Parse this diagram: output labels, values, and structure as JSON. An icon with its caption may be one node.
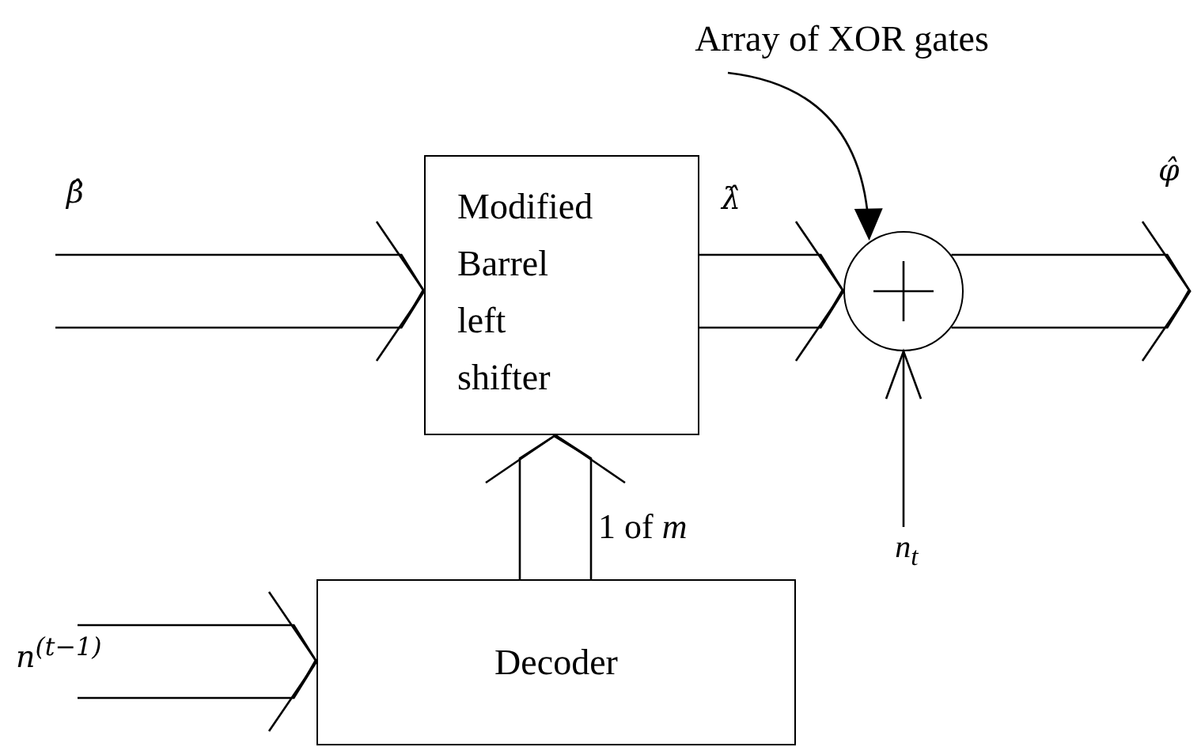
{
  "diagram": {
    "nodes": [
      {
        "text": [
          "Modified Barrel left shifter"
        ]
      },
      {
        "text": [
          "Decoder"
        ]
      },
      {
        "text": [],
        "shape": "circle"
      },
      {
        "text": [
          "Array of XOR gates"
        ]
      },
      {
        "text": [
          "*n*$_{t}$"
        ]
      }
    ],
    "edges": [
      {
        "from": null,
        "to": 0,
        "arrow": "to",
        "label": "β̂"
      },
      {
        "from": 0,
        "to": 2,
        "arrow": "to",
        "label": "λ̂"
      },
      {
        "from": 2,
        "to": null,
        "arrow": "to",
        "label": "φ̂"
      },
      {
        "from": 1,
        "to": 0,
        "arrow": "to",
        "label": "1 of *m*"
      },
      {
        "from": null,
        "to": 1,
        "arrow": "to",
        "label": "*n*$^{(t−1)}$"
      },
      {
        "from": 4,
        "to": 2,
        "arrow": "to"
      },
      {
        "from": 3,
        "to": 2,
        "arrow": "to"
      }
    ]
  }
}
